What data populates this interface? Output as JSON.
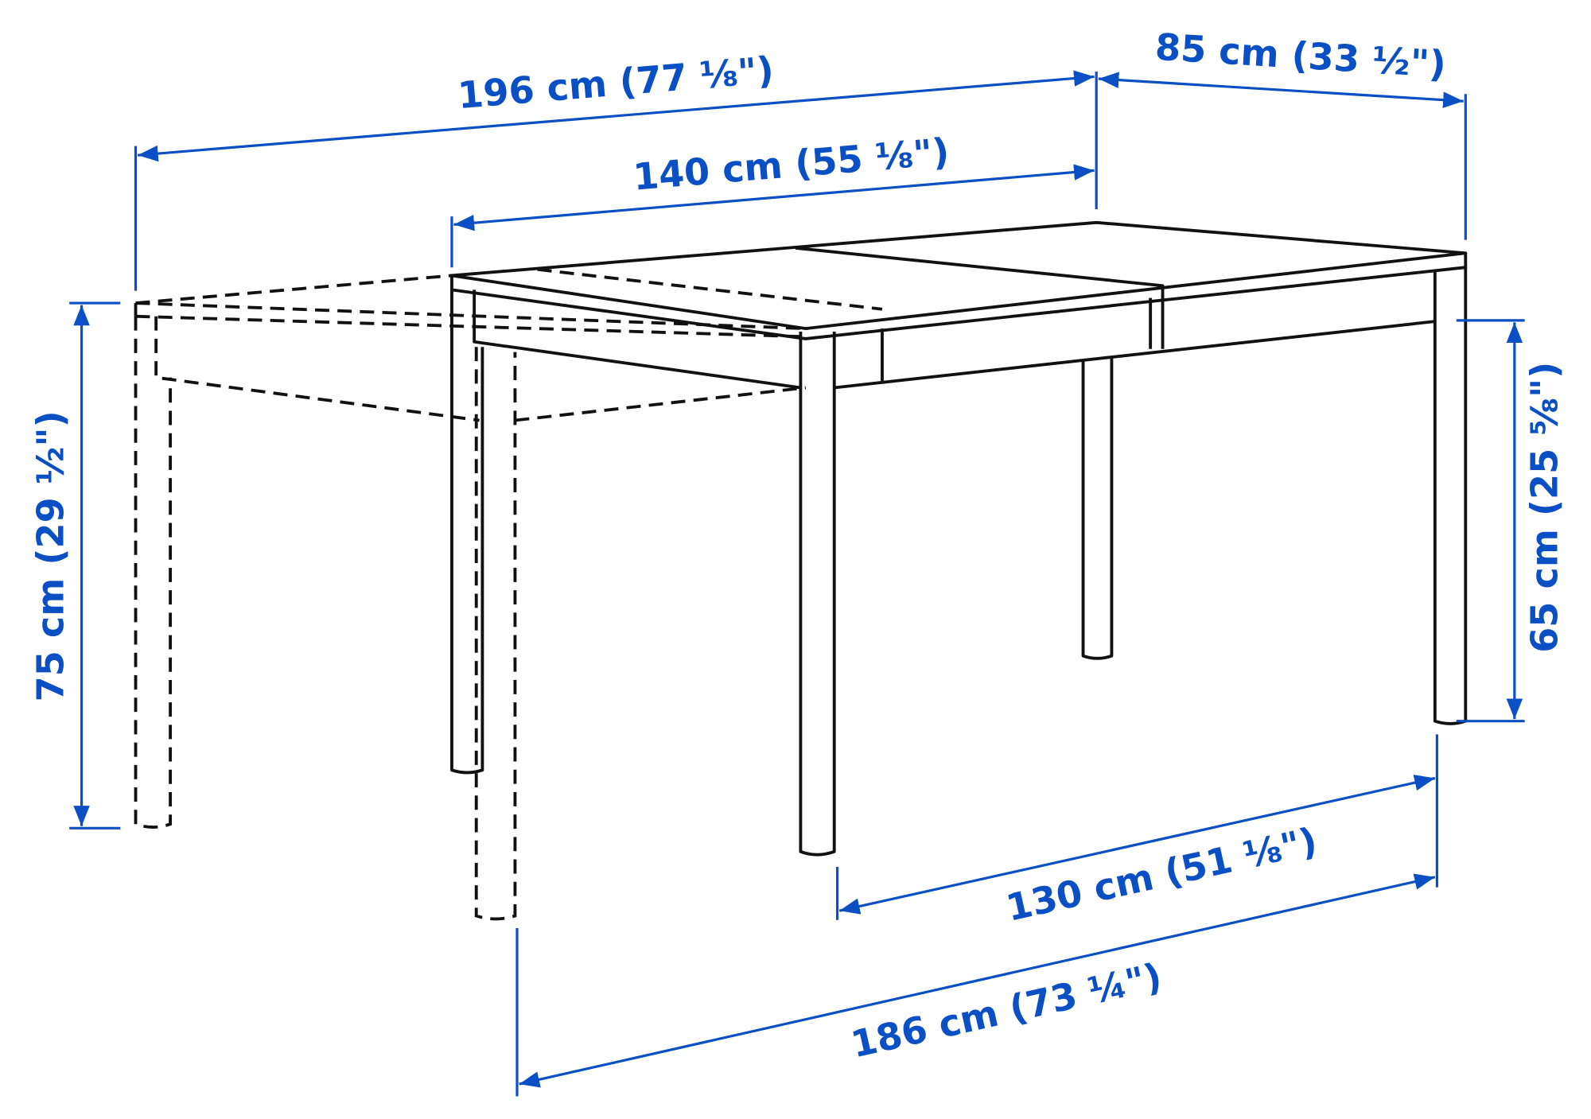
{
  "diagram": {
    "dimensions": {
      "extended_length": "196 cm (77 ⅛\")",
      "length": "140 cm (55 ⅛\")",
      "depth": "85 cm (33 ½\")",
      "height": "75 cm (29 ½\")",
      "knee_clearance_height": "65 cm (25 ⅝\")",
      "leg_span": "130 cm (51 ⅛\")",
      "extended_leg_span": "186 cm (73 ¼\")"
    },
    "colors": {
      "dimension": "#0a4fc4",
      "line": "#111111"
    }
  }
}
